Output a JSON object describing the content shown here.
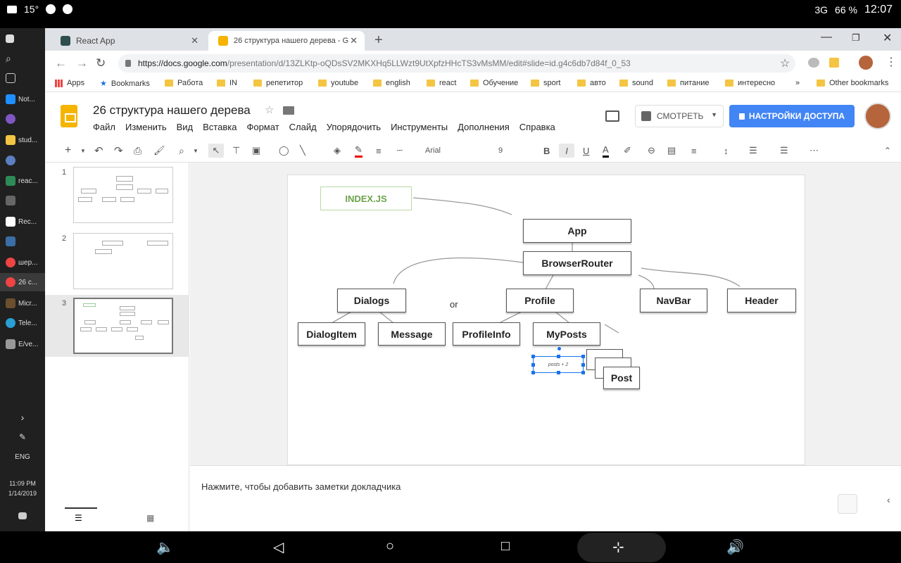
{
  "status": {
    "temperature": "15°",
    "network": "3G",
    "battery": "66 %",
    "time": "12:07"
  },
  "taskbar": {
    "items": [
      "Not...",
      "stud...",
      "reac...",
      "Rec...",
      "шер...",
      "26 с...",
      "Micr...",
      "Tele...",
      "E/ve..."
    ],
    "lang": "ENG",
    "clock_time": "11:09 PM",
    "clock_date": "1/14/2019"
  },
  "browser": {
    "tabs": [
      {
        "title": "React App"
      },
      {
        "title": "26 структура нашего дерева - G"
      }
    ],
    "url_host": "https://docs.google.com",
    "url_path": "/presentation/d/13ZLKtp-oQDsSV2MKXHq5LLWzt9UtXpfzHHcTS3vMsMM/edit#slide=id.g4c6db7d84f_0_53",
    "bookmarks": [
      "Apps",
      "Bookmarks",
      "Работа",
      "IN",
      "репетитор",
      "youtube",
      "english",
      "react",
      "Обучение",
      "sport",
      "авто",
      "sound",
      "питание",
      "интересно",
      "»",
      "Other bookmarks"
    ]
  },
  "docs": {
    "title": "26 структура нашего дерева",
    "menu": [
      "Файл",
      "Изменить",
      "Вид",
      "Вставка",
      "Формат",
      "Слайд",
      "Упорядочить",
      "Инструменты",
      "Дополнения",
      "Справка"
    ],
    "watch_label": "СМОТРЕТЬ",
    "share_label": "НАСТРОЙКИ ДОСТУПА",
    "font_name": "Arial",
    "font_size": "9",
    "notes_placeholder": "Нажмите, чтобы добавить заметки докладчика"
  },
  "slides": [
    "1",
    "2",
    "3"
  ],
  "diagram": {
    "nodes": {
      "index": "INDEX.JS",
      "app": "App",
      "router": "BrowserRouter",
      "dialogs": "Dialogs",
      "profile": "Profile",
      "navbar": "NavBar",
      "header": "Header",
      "dialogitem": "DialogItem",
      "message": "Message",
      "profileinfo": "ProfileInfo",
      "myposts": "MyPosts",
      "post": "Post"
    },
    "or_label": "or",
    "selected_text": "posts + 2"
  },
  "colors": {
    "share_blue": "#4285f4",
    "index_green": "#6ba34a",
    "selection": "#1a73e8",
    "docs_yellow": "#f4b400"
  }
}
